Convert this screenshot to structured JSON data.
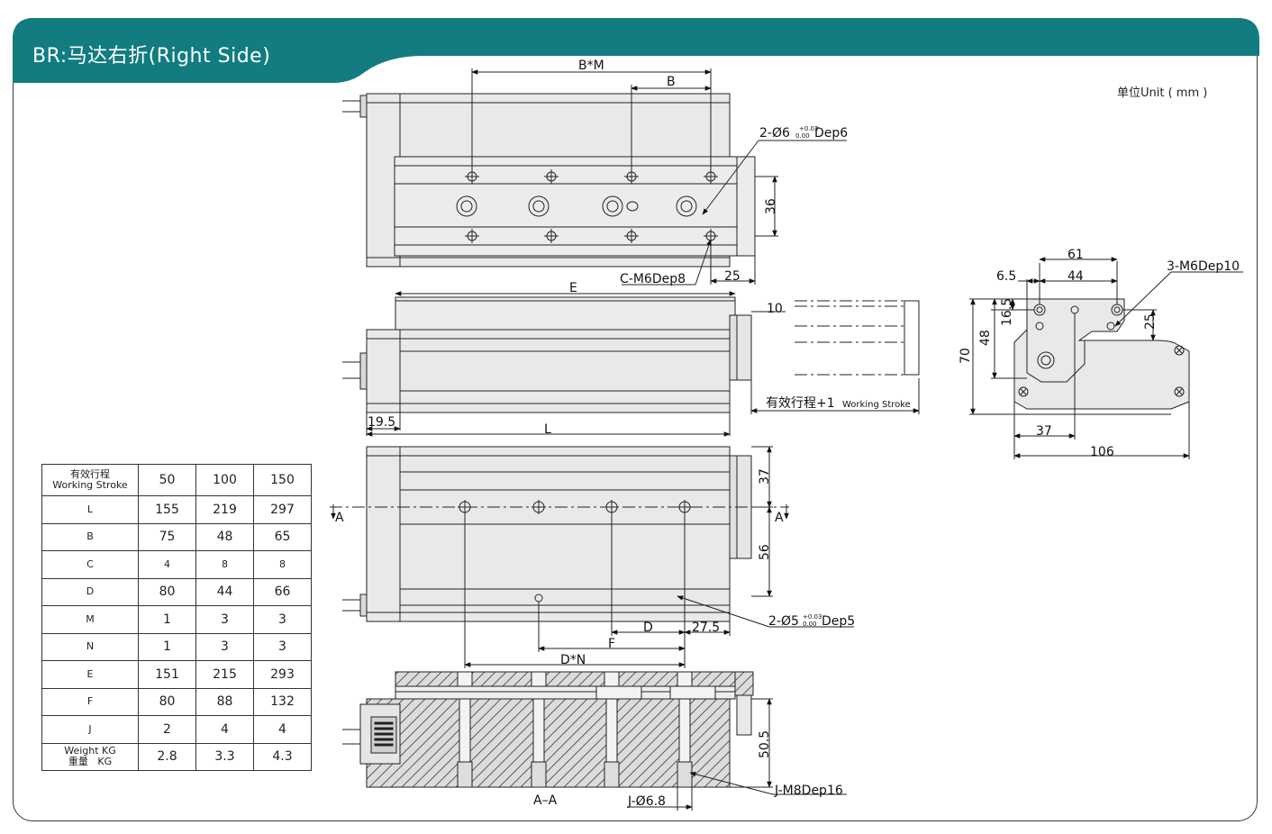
{
  "header": {
    "title": "BR:马达右折(Right Side)",
    "unit": "单位Unit ( mm )"
  },
  "colors": {
    "header_band": "#127c80",
    "frame": "#2f3a3c",
    "body_fill": "#e9e9e9",
    "hatch_fill": "#dcdcdc"
  },
  "labels": {
    "bm": "B*M",
    "b": "B",
    "hole_a_main": "2-Ø6",
    "hole_a_tol_up": "+0.03",
    "hole_a_tol_dn": "0.00",
    "hole_a_dep": "Dep6",
    "d36": "36",
    "c_m6": "C-M6Dep8",
    "d25a": "25",
    "e": "E",
    "d10": "10",
    "stroke_cn": "有效行程+1",
    "stroke_en": "Working Stroke",
    "d19_5": "19.5",
    "l": "L",
    "d37a": "37",
    "d56": "56",
    "sec_a": "A",
    "hole_b_main": "2-Ø5",
    "hole_b_tol_up": "+0.03",
    "hole_b_tol_dn": "0.00",
    "hole_b_dep": "Dep5",
    "d": "D",
    "d27_5": "27.5",
    "f": "F",
    "dn": "D*N",
    "d50_5": "50.5",
    "sec_aa": "A–A",
    "j_m8": "J-M8Dep16",
    "j_d68": "J-Ø6.8",
    "d61": "61",
    "d6_5": "6.5",
    "d44": "44",
    "m6_10": "3-M6Dep10",
    "d16_5": "16.5",
    "d25b": "25",
    "d48": "48",
    "d70": "70",
    "d37b": "37",
    "d106": "106"
  },
  "spec_table": {
    "header_cn": "有效行程",
    "header_en": "Working Stroke",
    "strokes": [
      "50",
      "100",
      "150"
    ],
    "rows": [
      {
        "name": "L",
        "values": [
          "155",
          "219",
          "297"
        ]
      },
      {
        "name": "B",
        "values": [
          "75",
          "48",
          "65"
        ]
      },
      {
        "name": "C",
        "values": [
          "4",
          "8",
          "8"
        ]
      },
      {
        "name": "D",
        "values": [
          "80",
          "44",
          "66"
        ]
      },
      {
        "name": "M",
        "values": [
          "1",
          "3",
          "3"
        ]
      },
      {
        "name": "N",
        "values": [
          "1",
          "3",
          "3"
        ]
      },
      {
        "name": "E",
        "values": [
          "151",
          "215",
          "293"
        ]
      },
      {
        "name": "F",
        "values": [
          "80",
          "88",
          "132"
        ]
      },
      {
        "name": "J",
        "values": [
          "2",
          "4",
          "4"
        ]
      }
    ],
    "weight_en": "Weight KG",
    "weight_cn": "重量",
    "weight_unit": "KG",
    "weights": [
      "2.8",
      "3.3",
      "4.3"
    ]
  }
}
